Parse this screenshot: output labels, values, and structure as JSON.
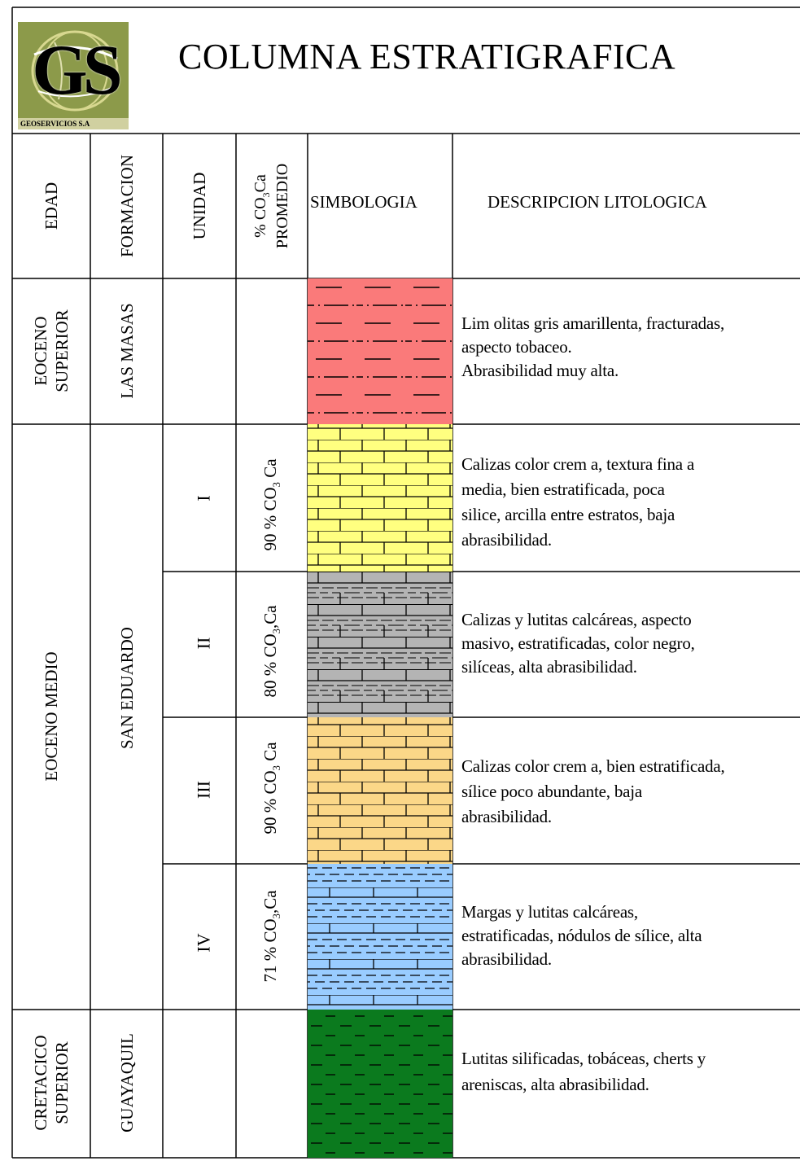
{
  "header": {
    "title": "COLUMNA ESTRATIGRAFICA",
    "logo_text": "GS",
    "logo_caption": "GEOSERVICIOS S.A"
  },
  "columns": {
    "edad": "EDAD",
    "formacion": "FORMACION",
    "unidad": "UNIDAD",
    "caco3_top": "% CO",
    "caco3_sub": "3",
    "caco3_tail": "Ca",
    "caco3_line2": "PROMEDIO",
    "simbologia": "SIMBOLOGIA",
    "descripcion": "DESCRIPCION LITOLOGICA"
  },
  "edades": [
    {
      "line1": "EOCENO",
      "line2": "SUPERIOR"
    },
    {
      "line1": "EOCENO MEDIO",
      "line2": ""
    },
    {
      "line1": "CRETACICO",
      "line2": "SUPERIOR"
    }
  ],
  "formaciones": [
    "LAS MASAS",
    "SAN EDUARDO",
    "GUAYAQUIL"
  ],
  "unidades": [
    {
      "unit": "I",
      "co3_pre": "90 % CO",
      "co3_sub": "3",
      "co3_post": " Ca"
    },
    {
      "unit": "II",
      "co3_pre": "80 % CO",
      "co3_sub": "3",
      "co3_post": ",Ca"
    },
    {
      "unit": "III",
      "co3_pre": "90 % CO",
      "co3_sub": "3",
      "co3_post": " Ca"
    },
    {
      "unit": "IV",
      "co3_pre": "71 % CO",
      "co3_sub": "3",
      "co3_post": ",Ca"
    }
  ],
  "descripciones": [
    [
      "Lim olitas gris amarillenta, fracturadas,",
      "aspecto tobaceo.",
      "Abrasibilidad muy alta."
    ],
    [
      "Calizas color crem a, textura fina a",
      "media, bien estratificada, poca",
      "silice, arcilla entre estratos, baja",
      "abrasibilidad."
    ],
    [
      "Calizas y lutitas calcáreas, aspecto",
      "masivo, estratificadas, color negro,",
      "silíceas, alta abrasibilidad."
    ],
    [
      "Calizas color crem a, bien estratificada,",
      "sílice poco abundante, baja",
      "abrasibilidad."
    ],
    [
      "Margas y lutitas calcáreas,",
      "estratificadas, nódulos de sílice, alta",
      "abrasibilidad."
    ],
    [
      "Lutitas silificadas, tobáceas, cherts y",
      "areniscas, alta abrasibilidad."
    ]
  ],
  "colors": {
    "limolita": "#fa7a7a",
    "caliza_i": "#ffff80",
    "caliza_ii": "#b4b4b4",
    "caliza_iii": "#fbd788",
    "marga_iv": "#99ccff",
    "lutita": "#0b7a1e",
    "logo_bg": "#8c9a4a"
  }
}
